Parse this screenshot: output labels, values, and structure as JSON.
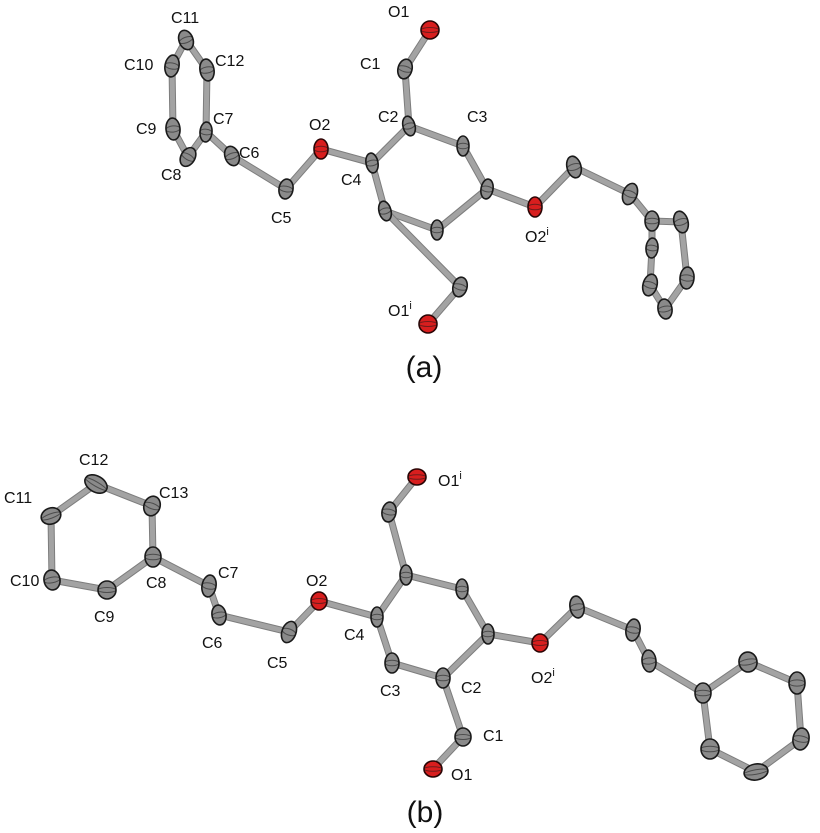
{
  "panels": [
    {
      "id": "a",
      "label": "(a)",
      "atoms": [
        {
          "id": "C11",
          "label": "C11",
          "sup": "",
          "el": "C"
        },
        {
          "id": "C10",
          "label": "C10",
          "sup": "",
          "el": "C"
        },
        {
          "id": "C12",
          "label": "C12",
          "sup": "",
          "el": "C"
        },
        {
          "id": "C9",
          "label": "C9",
          "sup": "",
          "el": "C"
        },
        {
          "id": "C7",
          "label": "C7",
          "sup": "",
          "el": "C"
        },
        {
          "id": "C8",
          "label": "C8",
          "sup": "",
          "el": "C"
        },
        {
          "id": "C6",
          "label": "C6",
          "sup": "",
          "el": "C"
        },
        {
          "id": "C5",
          "label": "C5",
          "sup": "",
          "el": "C"
        },
        {
          "id": "O2",
          "label": "O2",
          "sup": "",
          "el": "O"
        },
        {
          "id": "C4",
          "label": "C4",
          "sup": "",
          "el": "C"
        },
        {
          "id": "C2",
          "label": "C2",
          "sup": "",
          "el": "C"
        },
        {
          "id": "C1",
          "label": "C1",
          "sup": "",
          "el": "C"
        },
        {
          "id": "O1",
          "label": "O1",
          "sup": "",
          "el": "O"
        },
        {
          "id": "C3",
          "label": "C3",
          "sup": "",
          "el": "C"
        },
        {
          "id": "C4i",
          "label": "",
          "sup": "",
          "el": "C"
        },
        {
          "id": "C3i",
          "label": "",
          "sup": "",
          "el": "C"
        },
        {
          "id": "C2i",
          "label": "",
          "sup": "",
          "el": "C"
        },
        {
          "id": "C1i",
          "label": "",
          "sup": "",
          "el": "C"
        },
        {
          "id": "O1i",
          "label": "O1",
          "sup": "i",
          "el": "O"
        },
        {
          "id": "O2i",
          "label": "O2",
          "sup": "i",
          "el": "O"
        },
        {
          "id": "C5i",
          "label": "",
          "sup": "",
          "el": "C"
        },
        {
          "id": "C6i",
          "label": "",
          "sup": "",
          "el": "C"
        },
        {
          "id": "C7i",
          "label": "",
          "sup": "",
          "el": "C"
        },
        {
          "id": "C8i",
          "label": "",
          "sup": "",
          "el": "C"
        },
        {
          "id": "C9i",
          "label": "",
          "sup": "",
          "el": "C"
        },
        {
          "id": "C10i",
          "label": "",
          "sup": "",
          "el": "C"
        },
        {
          "id": "C11i",
          "label": "",
          "sup": "",
          "el": "C"
        },
        {
          "id": "C12i",
          "label": "",
          "sup": "",
          "el": "C"
        }
      ],
      "bonds": [
        [
          "C7",
          "C8"
        ],
        [
          "C8",
          "C9"
        ],
        [
          "C9",
          "C10"
        ],
        [
          "C10",
          "C11"
        ],
        [
          "C11",
          "C12"
        ],
        [
          "C12",
          "C7"
        ],
        [
          "C7",
          "C6"
        ],
        [
          "C6",
          "C5"
        ],
        [
          "C5",
          "O2"
        ],
        [
          "O2",
          "C4"
        ],
        [
          "C4",
          "C2"
        ],
        [
          "C2",
          "C3"
        ],
        [
          "C3",
          "C4i"
        ],
        [
          "C4i",
          "C3i"
        ],
        [
          "C3i",
          "C2i"
        ],
        [
          "C2i",
          "C4"
        ],
        [
          "C2",
          "C1"
        ],
        [
          "C1",
          "O1"
        ],
        [
          "C2i",
          "C1i"
        ],
        [
          "C1i",
          "O1i"
        ],
        [
          "C4i",
          "O2i"
        ],
        [
          "O2i",
          "C5i"
        ],
        [
          "C5i",
          "C6i"
        ],
        [
          "C6i",
          "C7i"
        ],
        [
          "C7i",
          "C8i"
        ],
        [
          "C8i",
          "C9i"
        ],
        [
          "C9i",
          "C10i"
        ],
        [
          "C10i",
          "C11i"
        ],
        [
          "C11i",
          "C12i"
        ],
        [
          "C12i",
          "C7i"
        ]
      ]
    },
    {
      "id": "b",
      "label": "(b)",
      "atoms": [
        {
          "id": "C12",
          "label": "C12",
          "sup": "",
          "el": "C"
        },
        {
          "id": "C11",
          "label": "C11",
          "sup": "",
          "el": "C"
        },
        {
          "id": "C13",
          "label": "C13",
          "sup": "",
          "el": "C"
        },
        {
          "id": "C10",
          "label": "C10",
          "sup": "",
          "el": "C"
        },
        {
          "id": "C8",
          "label": "C8",
          "sup": "",
          "el": "C"
        },
        {
          "id": "C9",
          "label": "C9",
          "sup": "",
          "el": "C"
        },
        {
          "id": "C7",
          "label": "C7",
          "sup": "",
          "el": "C"
        },
        {
          "id": "C6",
          "label": "C6",
          "sup": "",
          "el": "C"
        },
        {
          "id": "C5",
          "label": "C5",
          "sup": "",
          "el": "C"
        },
        {
          "id": "O2",
          "label": "O2",
          "sup": "",
          "el": "O"
        },
        {
          "id": "C4",
          "label": "C4",
          "sup": "",
          "el": "C"
        },
        {
          "id": "C3",
          "label": "C3",
          "sup": "",
          "el": "C"
        },
        {
          "id": "C2",
          "label": "C2",
          "sup": "",
          "el": "C"
        },
        {
          "id": "C1",
          "label": "C1",
          "sup": "",
          "el": "C"
        },
        {
          "id": "O1",
          "label": "O1",
          "sup": "",
          "el": "O"
        },
        {
          "id": "C2i",
          "label": "",
          "sup": "",
          "el": "C"
        },
        {
          "id": "C3i",
          "label": "",
          "sup": "",
          "el": "C"
        },
        {
          "id": "C4i",
          "label": "",
          "sup": "",
          "el": "C"
        },
        {
          "id": "C1i",
          "label": "",
          "sup": "",
          "el": "C"
        },
        {
          "id": "O1i",
          "label": "O1",
          "sup": "i",
          "el": "O"
        },
        {
          "id": "O2i",
          "label": "O2",
          "sup": "i",
          "el": "O"
        },
        {
          "id": "C5i",
          "label": "",
          "sup": "",
          "el": "C"
        },
        {
          "id": "C6i",
          "label": "",
          "sup": "",
          "el": "C"
        },
        {
          "id": "C7i",
          "label": "",
          "sup": "",
          "el": "C"
        },
        {
          "id": "C8i",
          "label": "",
          "sup": "",
          "el": "C"
        },
        {
          "id": "C9i",
          "label": "",
          "sup": "",
          "el": "C"
        },
        {
          "id": "C10i",
          "label": "",
          "sup": "",
          "el": "C"
        },
        {
          "id": "C11i",
          "label": "",
          "sup": "",
          "el": "C"
        },
        {
          "id": "C12i",
          "label": "",
          "sup": "",
          "el": "C"
        },
        {
          "id": "C13i",
          "label": "",
          "sup": "",
          "el": "C"
        }
      ],
      "bonds": [
        [
          "C8",
          "C9"
        ],
        [
          "C9",
          "C10"
        ],
        [
          "C10",
          "C11"
        ],
        [
          "C11",
          "C12"
        ],
        [
          "C12",
          "C13"
        ],
        [
          "C13",
          "C8"
        ],
        [
          "C8",
          "C7"
        ],
        [
          "C7",
          "C6"
        ],
        [
          "C6",
          "C5"
        ],
        [
          "C5",
          "O2"
        ],
        [
          "O2",
          "C4"
        ],
        [
          "C4",
          "C3"
        ],
        [
          "C3",
          "C2"
        ],
        [
          "C2",
          "C4i"
        ],
        [
          "C4i",
          "C3i"
        ],
        [
          "C3i",
          "C2i"
        ],
        [
          "C2i",
          "C4"
        ],
        [
          "C2",
          "C1"
        ],
        [
          "C1",
          "O1"
        ],
        [
          "C2i",
          "C1i"
        ],
        [
          "C1i",
          "O1i"
        ],
        [
          "C4i",
          "O2i"
        ],
        [
          "O2i",
          "C5i"
        ],
        [
          "C5i",
          "C6i"
        ],
        [
          "C6i",
          "C7i"
        ],
        [
          "C7i",
          "C8i"
        ],
        [
          "C8i",
          "C9i"
        ],
        [
          "C9i",
          "C10i"
        ],
        [
          "C10i",
          "C11i"
        ],
        [
          "C11i",
          "C12i"
        ],
        [
          "C12i",
          "C13i"
        ],
        [
          "C13i",
          "C8i"
        ]
      ]
    }
  ]
}
